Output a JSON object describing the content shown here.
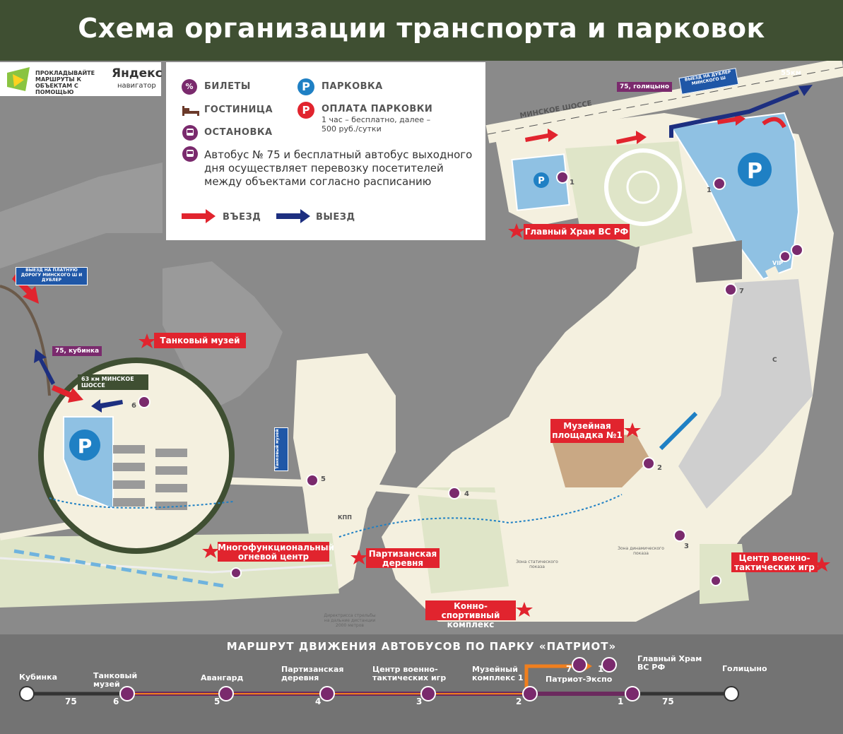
{
  "title": "Схема организации транспорта и парковок",
  "yandex": {
    "text": "ПРОКЛАДЫВАЙТЕ МАРШРУТЫ К ОБЪЕКТАМ С ПОМОЩЬЮ",
    "logo": "Яндекс",
    "logo_sub": "навигатор"
  },
  "legend": {
    "tickets": "БИЛЕТЫ",
    "hotel": "ГОСТИНИЦА",
    "stop": "ОСТАНОВКА",
    "parking": "ПАРКОВКА",
    "paid_parking": "ОПЛАТА ПАРКОВКИ",
    "paid_parking_note": "1 час – бесплатно, далее – 500 руб./сутки",
    "bus_text": "Автобус № 75 и бесплатный автобус выходного дня осуществляет перевозку посетителей между объектами согласно расписанию",
    "entry": "ВЪЕЗД",
    "exit": "ВЫЕЗД",
    "parking_symbol": "P",
    "ticket_symbol": "%"
  },
  "map": {
    "minsk_highway": "МИНСКОЕ ШОССЕ",
    "km55": "55км",
    "exit_dubler": "ВЫЕЗД НА ДУБЛЕР МИНСКОГО Ш",
    "exit_toll": "ВЫЕЗД НА ПЛАТНУЮ ДОРОГУ МИНСКОГО Ш И ДУБЛЕР",
    "tag_golitsyno": "75, голицыно",
    "tag_kubinka": "75, кубинка",
    "km63": "63 км МИНСКОЕ ШОССЕ",
    "tank_museum_sign": "Танковый музей",
    "kpp": "КПП",
    "zone_static": "Зона статического показа",
    "zone_dynamic": "Зона динамического показа",
    "shooting_note": "Директрисса стрельбы на дальние дистанции 2000 метров",
    "vip": "VIP",
    "c_letter": "С",
    "stop_numbers": {
      "s1": "1",
      "s1b": "1",
      "s2": "2",
      "s3": "3",
      "s4": "4",
      "s5": "5",
      "s6": "6",
      "s7": "7"
    },
    "labels": {
      "temple": "Главный Храм ВС РФ",
      "tank_museum": "Танковый музей",
      "museum_area": "Музейная площадка №1",
      "fire_center": "Многофункциональный огневой центр",
      "partisan": "Партизанская деревня",
      "horse": "Конно-спортивный комплекс",
      "military_games": "Центр военно-тактических игр"
    }
  },
  "route": {
    "title": "МАРШРУТ ДВИЖЕНИЯ АВТОБУСОВ ПО ПАРКУ «ПАТРИОТ»",
    "stops": [
      {
        "name": "Кубинка",
        "num": ""
      },
      {
        "name": "Танковый музей",
        "num": "6"
      },
      {
        "name": "Авангард",
        "num": "5"
      },
      {
        "name": "Партизанская деревня",
        "num": "4"
      },
      {
        "name": "Центр военно-тактических игр",
        "num": "3"
      },
      {
        "name": "Музейный комплекс 1",
        "num": "2"
      },
      {
        "name": "Патриот-Экспо",
        "num": "7"
      },
      {
        "name": "Главный Храм ВС РФ",
        "num": "1"
      },
      {
        "name": "Голицыно",
        "num": ""
      }
    ],
    "line_left": "75",
    "line_right": "75",
    "num_end_1": "1"
  },
  "colors": {
    "header_bg": "#3f4f32",
    "map_bg": "#8a8a8a",
    "road": "#f4f0df",
    "park_green": "#dfe5c8",
    "parking_blue": "#8fc1e3",
    "red": "#e1242e",
    "navy": "#1d2f80",
    "purple": "#7a2a6d",
    "orange": "#f07f1e"
  }
}
